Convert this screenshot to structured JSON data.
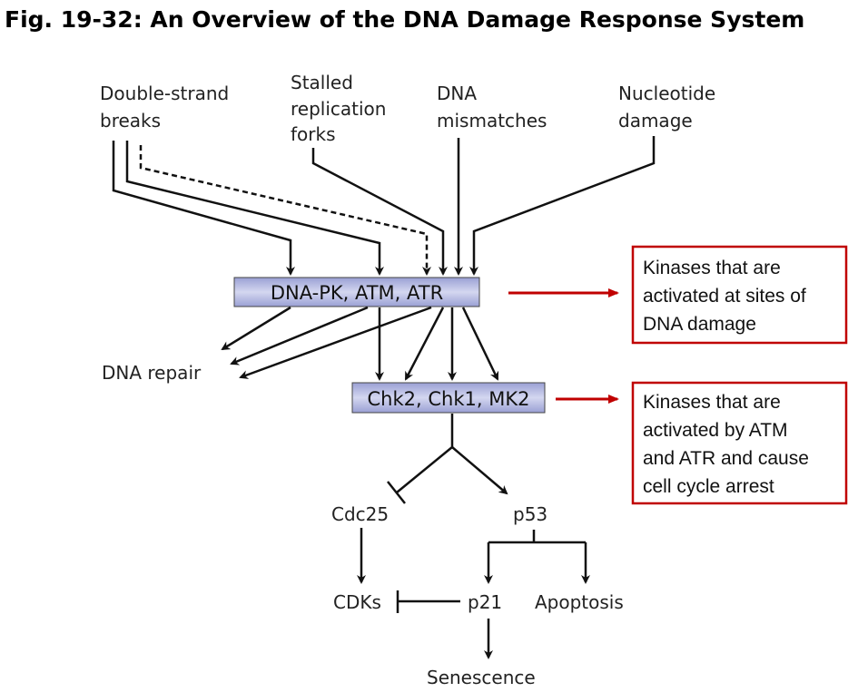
{
  "title": "Fig. 19-32: An Overview of the DNA Damage Response System",
  "inputs": {
    "double_strand": [
      "Double-strand",
      "breaks"
    ],
    "stalled": [
      "Stalled",
      "replication",
      "forks"
    ],
    "mismatch": [
      "DNA",
      "mismatches"
    ],
    "nucleotide": [
      "Nucleotide",
      "damage"
    ]
  },
  "box1": "DNA-PK, ATM, ATR",
  "box2": "Chk2, Chk1, MK2",
  "dna_repair": "DNA repair",
  "cdc25": "Cdc25",
  "p53": "p53",
  "cdks": "CDKs",
  "p21": "p21",
  "apoptosis": "Apoptosis",
  "senescence": "Senescence",
  "note1": [
    "Kinases that are",
    "activated at sites of",
    "DNA damage"
  ],
  "note2": [
    "Kinases that are",
    "activated by ATM",
    "and ATR and cause",
    "cell cycle arrest"
  ],
  "colors": {
    "box_fill": "#aab0dc",
    "note_border": "#c00000",
    "red_arrow": "#c00000"
  }
}
